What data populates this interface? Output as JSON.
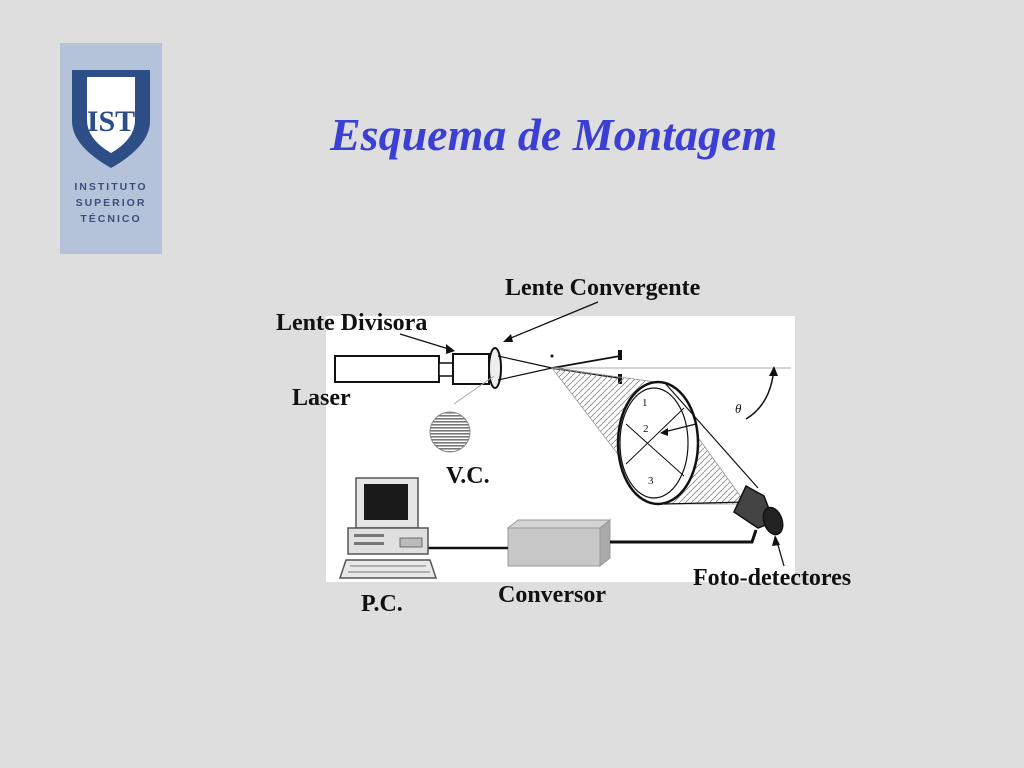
{
  "title": "Esquema de Montagem",
  "logo": {
    "monogram": "IST",
    "lines": [
      "INSTITUTO",
      "SUPERIOR",
      "TÉCNICO"
    ]
  },
  "labels": {
    "lente_convergente": "Lente Convergente",
    "lente_divisora": "Lente Divisora",
    "laser": "Laser",
    "vc": "V.C.",
    "foto_detectores": "Foto-detectores",
    "conversor": "Conversor",
    "pc": "P.C."
  },
  "figure": {
    "detector_zones": [
      "1",
      "2",
      "3"
    ],
    "angle_symbol": "θ"
  },
  "colors": {
    "background": "#dedede",
    "title": "#3b3fd3",
    "logo_panel": "#b4c3da",
    "logo_shield": "#2d4e86"
  }
}
